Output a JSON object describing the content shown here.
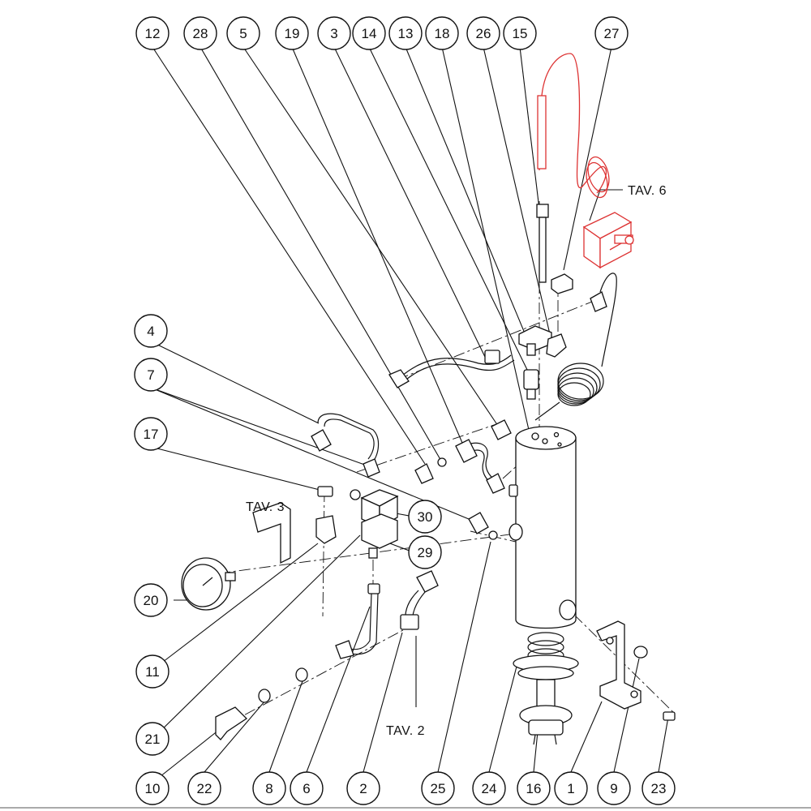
{
  "callouts_top": [
    "12",
    "28",
    "5",
    "19",
    "3",
    "14",
    "13",
    "18",
    "26",
    "15",
    "27"
  ],
  "callouts_left": [
    "4",
    "7",
    "17",
    "20",
    "11",
    "21"
  ],
  "callouts_mid": [
    "30",
    "29"
  ],
  "callouts_bottom": [
    "10",
    "22",
    "8",
    "6",
    "2",
    "25",
    "24",
    "16",
    "1",
    "9",
    "23"
  ],
  "references": {
    "tav6": "TAV. 6",
    "tav3": "TAV. 3",
    "tav2": "TAV. 2"
  },
  "highlight_color": "#dd3333"
}
